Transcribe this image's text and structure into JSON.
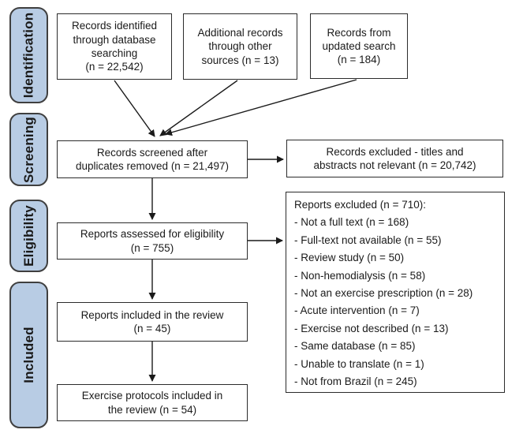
{
  "stages": [
    {
      "label": "Identification"
    },
    {
      "label": "Screening"
    },
    {
      "label": "Eligibility"
    },
    {
      "label": "Included"
    }
  ],
  "boxes": {
    "identified": "Records identified\nthrough database\nsearching\n(n = 22,542)",
    "additional": "Additional records\nthrough other\nsources (n = 13)",
    "updated": "Records from\nupdated search\n(n = 184)",
    "screened": "Records screened after\nduplicates removed (n = 21,497)",
    "excluded_titles": "Records excluded - titles and\nabstracts not relevant (n = 20,742)",
    "assessed": "Reports assessed for eligibility\n(n = 755)",
    "reports_excluded": {
      "title": "Reports excluded (n = 710):",
      "items": [
        "- Not a full text (n = 168)",
        "- Full-text not available (n = 55)",
        "- Review study (n = 50)",
        "- Non-hemodialysis (n = 58)",
        "- Not an exercise prescription (n = 28)",
        "- Acute intervention (n = 7)",
        "- Exercise not described (n = 13)",
        "- Same database (n = 85)",
        "- Unable to translate (n = 1)",
        "- Not from Brazil (n = 245)"
      ]
    },
    "included_review": "Reports included in the review\n(n = 45)",
    "protocols": "Exercise protocols included in\nthe review (n = 54)"
  },
  "colors": {
    "stage_fill": "#b8cce4",
    "stage_border": "#3f3f3f",
    "box_border": "#2b2b2b",
    "arrow": "#1a1a1a",
    "text": "#1a1a1a"
  }
}
